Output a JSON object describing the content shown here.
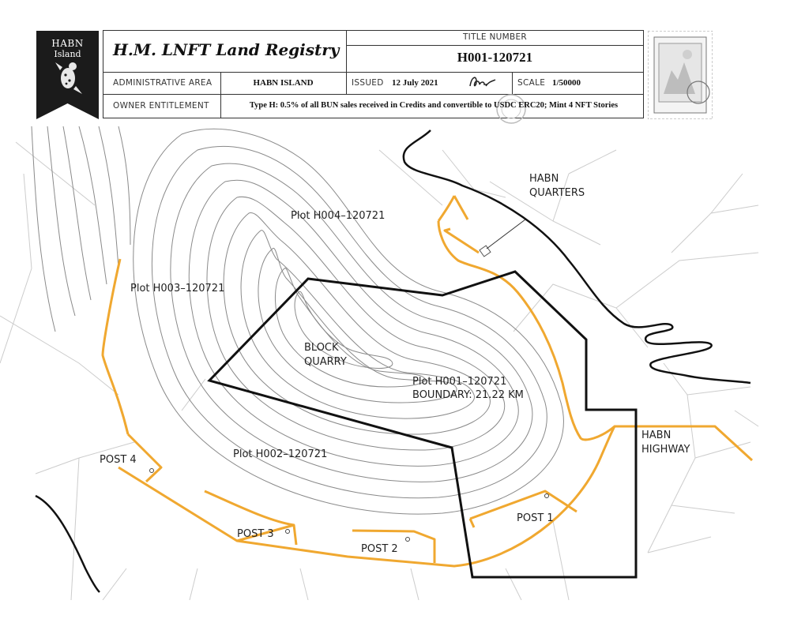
{
  "flag": {
    "line1": "HABN",
    "line2": "Island"
  },
  "header": {
    "registry_title": "H.M. LNFT Land Registry",
    "title_number_label": "TITLE NUMBER",
    "title_number": "H001-120721",
    "administrative_area_label": "ADMINISTRATIVE AREA",
    "administrative_area": "HABN ISLAND",
    "issued_label": "ISSUED",
    "issued_date": "12 July 2021",
    "scale_label": "SCALE",
    "scale_value": "1/50000",
    "owner_entitlement_label": "OWNER ENTITLEMENT",
    "owner_entitlement": "Type H: 0.5% of all BUN sales received in Credits and convertible to USDC ERC20; Mint 4 NFT Stories"
  },
  "map": {
    "labels": {
      "quarters_line1": "HABN",
      "quarters_line2": "QUARTERS",
      "plot_h004": "Plot H004–120721",
      "plot_h003": "Plot H003–120721",
      "block_line1": "BLOCK",
      "block_line2": "QUARRY",
      "plot_h001_line1": "Plot H001–120721",
      "plot_h001_line2": "BOUNDARY: 21.22 KM",
      "highway_line1": "HABN",
      "highway_line2": "HIGHWAY",
      "plot_h002": "Plot H002–120721",
      "post_4": "POST 4",
      "post_3": "POST 3",
      "post_2": "POST 2",
      "post_1": "POST 1"
    },
    "colors": {
      "road": "#f0a830",
      "boundary": "#111111",
      "contour": "#8a8a8a",
      "grid_line": "#cccccc"
    }
  }
}
